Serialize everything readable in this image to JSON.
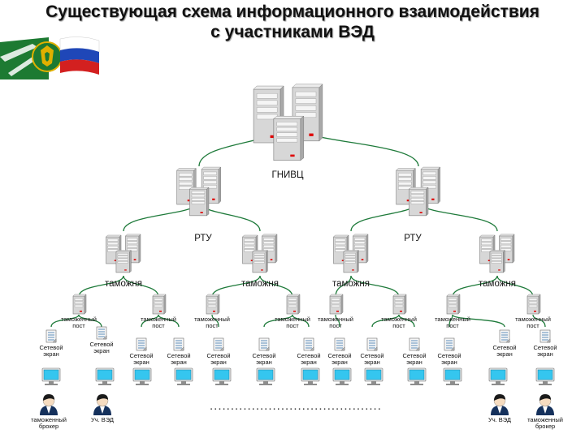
{
  "title": {
    "line1": "Существующая схема информационного взаимодействия",
    "line2": "с участниками ВЭД"
  },
  "emblem": {
    "icon": "customs-emblem-with-russian-flag",
    "colors": {
      "green": "#1d7a32",
      "gold": "#e0b000",
      "flag_white": "#ffffff",
      "flag_blue": "#1f47b8",
      "flag_red": "#d32020"
    }
  },
  "colors": {
    "connector": "#1e7a3a",
    "screen": "#35c6ef",
    "server_led": "#e00000"
  },
  "labels": {
    "top": "ГНИВЦ",
    "regional": "РТУ",
    "customs": "таможня",
    "post_line1": "таможенный",
    "post_line2": "пост",
    "firewall_line1": "Сетевой",
    "firewall_line2": "экран",
    "person_broker_line1": "таможенный",
    "person_broker_line2": "брокер",
    "person_ved": "Уч. ВЭД"
  },
  "continuation": "............................................"
}
